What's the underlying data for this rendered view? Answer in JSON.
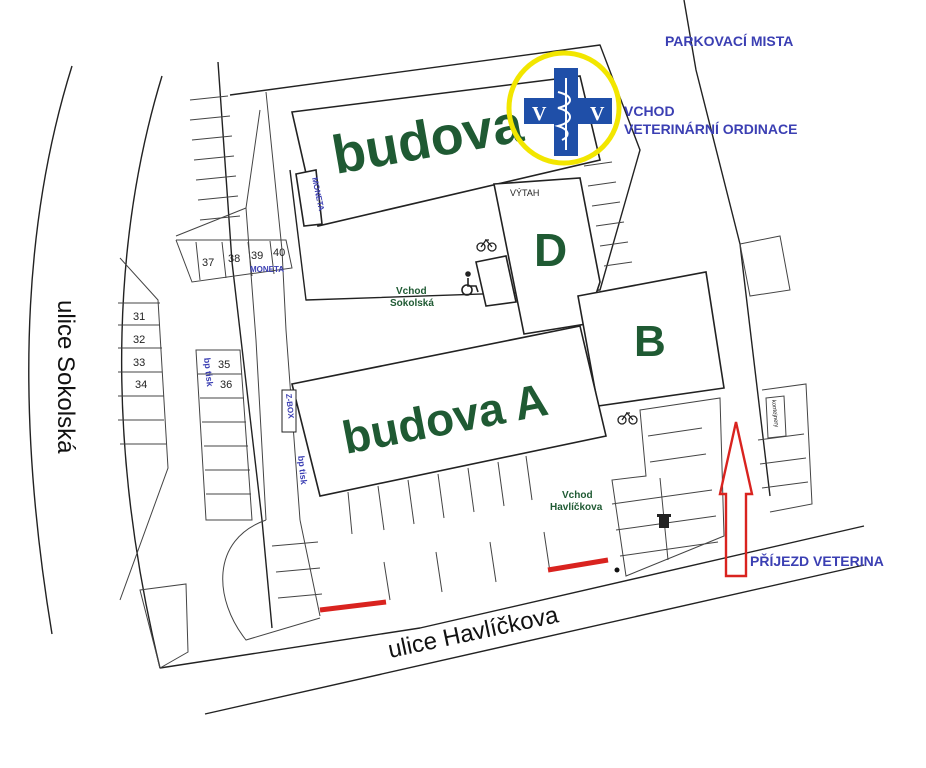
{
  "labels": {
    "parking": "PARKOVACÍ MISTA",
    "entrance_line1": "VCHOD",
    "entrance_line2": "VETERINÁRNÍ ORDINACE",
    "arrival": "PŘÍJEZD VETERINA",
    "street_havlickova": "ulice Havlíčkova",
    "street_sokolska": "ulice Sokolská",
    "building_c": "budova",
    "building_a": "budova A",
    "building_b": "B",
    "building_d": "D",
    "lift": "VÝTAH",
    "entrance_sokolska_1": "Vchod",
    "entrance_sokolska_2": "Sokolská",
    "entrance_havlickova_1": "Vchod",
    "entrance_havlickova_2": "Havlíčkova",
    "moneta_vertical": "MONETA",
    "moneta": "MONETA",
    "bp_tisk_1": "bp tisk",
    "bp_tisk_2": "bp tisk",
    "zbox": "Z-BOX",
    "kontejnery": "kontejnery",
    "vet_letter_left": "V",
    "vet_letter_right": "V"
  },
  "parking_numbers": {
    "p37": "37",
    "p38": "38",
    "p39": "39",
    "p40": "40",
    "p31": "31",
    "p32": "32",
    "p33": "33",
    "p34": "34",
    "p35": "35",
    "p36": "36"
  },
  "colors": {
    "accent_blue": "#3b3fb3",
    "building_text": "#1f5a33",
    "vet_cross": "#1f4fa8",
    "highlight_ring": "#f2e600",
    "no_parking": "#d9231f",
    "arrow": "#d9231f"
  }
}
